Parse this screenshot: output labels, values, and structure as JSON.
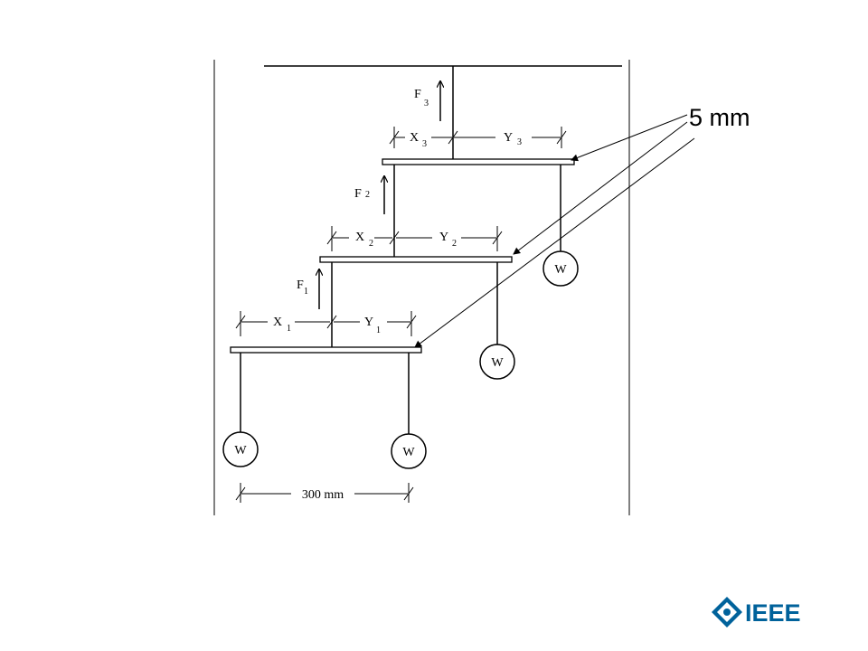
{
  "callout": {
    "text": "5 mm"
  },
  "labels": {
    "f3": "F",
    "f3_sub": "3",
    "f2": "F",
    "f2_sub": "2",
    "f1": "F",
    "f1_sub": "1",
    "x3": "X",
    "x3_sub": "3",
    "y3": "Y",
    "y3_sub": "3",
    "x2": "X",
    "x2_sub": "2",
    "y2": "Y",
    "y2_sub": "2",
    "x1": "X",
    "x1_sub": "1",
    "y1": "Y",
    "y1_sub": "1",
    "weight": "W",
    "span": "300 mm"
  },
  "logo": {
    "text": "IEEE",
    "color": "#00629b"
  }
}
